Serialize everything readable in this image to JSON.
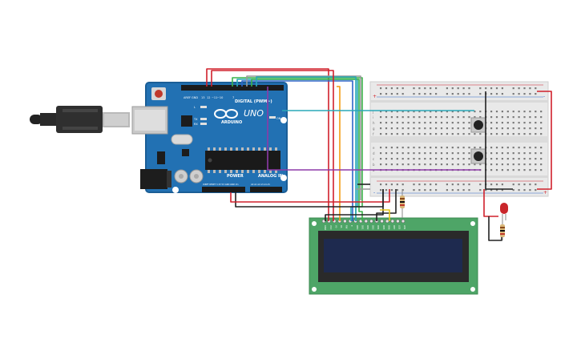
{
  "arduino": {
    "brand": "ARDUINO",
    "model": "UNO",
    "digital_label": "DIGITAL (PWM~)",
    "power_label": "POWER",
    "analog_label": "ANALOG IN",
    "aref_label": "AREF",
    "gnd_label": "GND",
    "tx_label": "TX",
    "rx_label": "RX",
    "l_label": "L",
    "on_label": "ON",
    "pin_13": "13",
    "pin_12": "12",
    "pin_11": "~11",
    "pin_10": "~10",
    "pin_7": "7",
    "power_pins": "IOREF RESET 3.3V 5V GND GND Vin",
    "analog_pins": "A0 A1 A2 A3 A4 A5"
  },
  "breadboard": {
    "rows_top": [
      "j",
      "i",
      "h",
      "g",
      "f"
    ],
    "rows_bottom": [
      "e",
      "d",
      "c",
      "b",
      "a"
    ],
    "plus": "+",
    "minus": "-"
  },
  "lcd": {
    "pins": [
      "GND",
      "VCC",
      "V0",
      "RS",
      "RW",
      "E",
      "DB0",
      "DB1",
      "DB2",
      "DB3",
      "DB4",
      "DB5",
      "DB6",
      "DB7",
      "LED",
      "LED"
    ]
  },
  "colors": {
    "board": "#2271b3",
    "board_dark": "#1b5e96",
    "breadboard": "#e9e9e9",
    "lcd_pcb": "#4ea567",
    "lcd_screen": "#1e2a4f",
    "wire_red": "#d0202b",
    "wire_black": "#222222",
    "wire_green": "#3bb34a",
    "wire_teal": "#2aa8b8",
    "wire_blue": "#2e64c8",
    "wire_orange": "#f39c12",
    "wire_purple": "#8e3aa8",
    "wire_gray": "#9a9a9a",
    "wire_yellow": "#e6c619",
    "led_red": "#c9262b"
  }
}
